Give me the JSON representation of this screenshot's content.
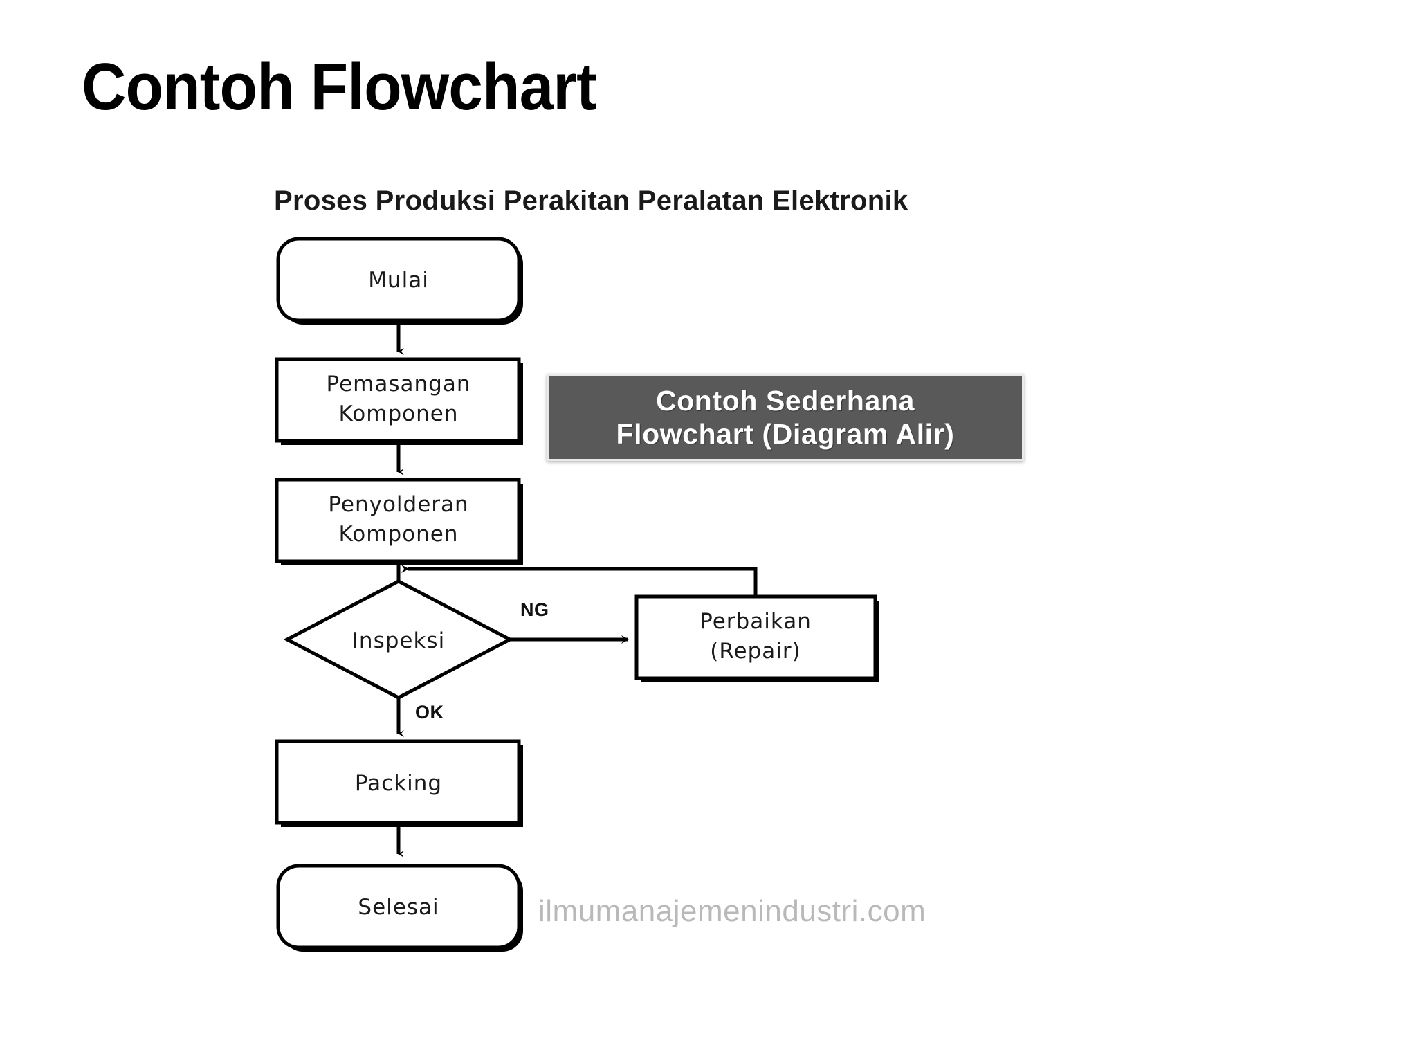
{
  "slide": {
    "title": "Contoh Flowchart",
    "background_color": "#ffffff"
  },
  "figure": {
    "heading": "Proses Produksi Perakitan Peralatan Elektronik",
    "watermark": "ilmumanajemenindustri.com",
    "callout": {
      "line1": "Contoh  Sederhana",
      "line2": "Flowchart (Diagram  Alir)",
      "background_color": "#595959",
      "text_color": "#ffffff"
    }
  },
  "chart_data": {
    "type": "diagram",
    "diagram_kind": "flowchart",
    "title": "Proses Produksi Perakitan Peralatan Elektronik",
    "nodes": [
      {
        "id": "mulai",
        "label": "Mulai",
        "shape": "terminator"
      },
      {
        "id": "pemasangan",
        "label_line1": "Pemasangan",
        "label_line2": "Komponen",
        "shape": "process"
      },
      {
        "id": "penyolderan",
        "label_line1": "Penyolderan",
        "label_line2": "Komponen",
        "shape": "process"
      },
      {
        "id": "inspeksi",
        "label": "Inspeksi",
        "shape": "decision"
      },
      {
        "id": "perbaikan",
        "label_line1": "Perbaikan",
        "label_line2": "(Repair)",
        "shape": "process"
      },
      {
        "id": "packing",
        "label": "Packing",
        "shape": "process"
      },
      {
        "id": "selesai",
        "label": "Selesai",
        "shape": "terminator"
      }
    ],
    "edges": [
      {
        "from": "mulai",
        "to": "pemasangan",
        "label": ""
      },
      {
        "from": "pemasangan",
        "to": "penyolderan",
        "label": ""
      },
      {
        "from": "penyolderan",
        "to": "inspeksi",
        "label": ""
      },
      {
        "from": "inspeksi",
        "to": "perbaikan",
        "label": "NG"
      },
      {
        "from": "inspeksi",
        "to": "packing",
        "label": "OK"
      },
      {
        "from": "perbaikan",
        "to": "inspeksi",
        "label": ""
      },
      {
        "from": "packing",
        "to": "selesai",
        "label": ""
      }
    ],
    "labels": {
      "ng": "NG",
      "ok": "OK"
    }
  }
}
